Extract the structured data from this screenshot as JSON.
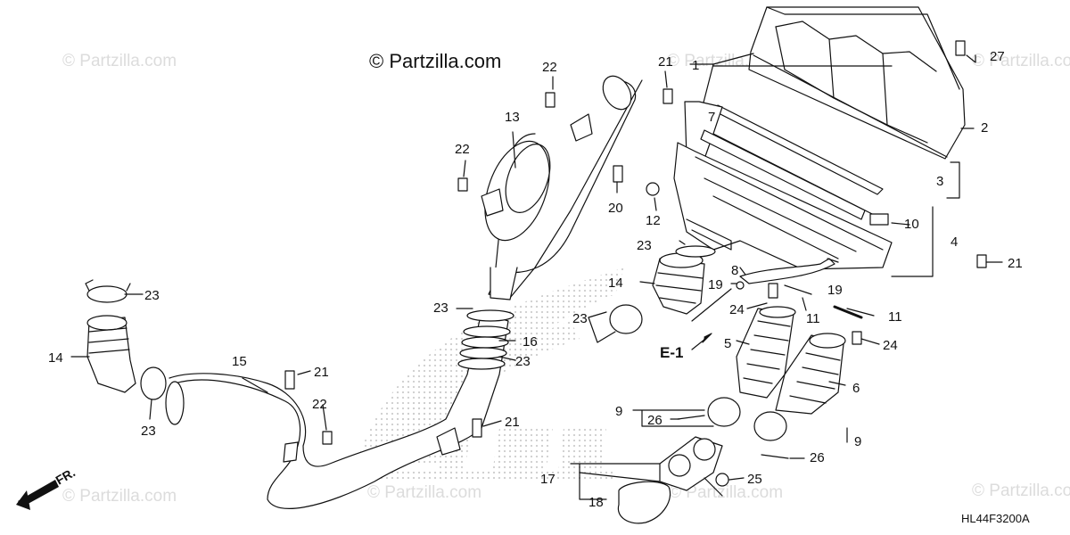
{
  "header": {
    "copyright_symbol": "©",
    "site": "Partzilla.com"
  },
  "watermarks": [
    "© Partzilla.com",
    "© Partzilla.com",
    "© Partzilla.com",
    "© Partzilla.com",
    "© Partzilla.com",
    "© Partzilla.com",
    "© Partzilla.com"
  ],
  "diagram_code": "HL44F3200A",
  "direction_label": "FR.",
  "reference_label": "E-1",
  "callouts": {
    "c1": "1",
    "c2": "2",
    "c3": "3",
    "c4": "4",
    "c5": "5",
    "c6": "6",
    "c7": "7",
    "c8": "8",
    "c9a": "9",
    "c9b": "9",
    "c10": "10",
    "c11a": "11",
    "c11b": "11",
    "c12": "12",
    "c13": "13",
    "c14a": "14",
    "c14b": "14",
    "c15": "15",
    "c16": "16",
    "c17": "17",
    "c18": "18",
    "c19a": "19",
    "c19b": "19",
    "c20": "20",
    "c21a": "21",
    "c21b": "21",
    "c21c": "21",
    "c21d": "21",
    "c22a": "22",
    "c22b": "22",
    "c22c": "22",
    "c23a": "23",
    "c23b": "23",
    "c23c": "23",
    "c23d": "23",
    "c23e": "23",
    "c23f": "23",
    "c24a": "24",
    "c24b": "24",
    "c25": "25",
    "c26a": "26",
    "c26b": "26",
    "c27": "27"
  },
  "colors": {
    "line": "#111111",
    "watermark": "#dcdcdc",
    "brand_watermark": "#c8c8c8"
  }
}
